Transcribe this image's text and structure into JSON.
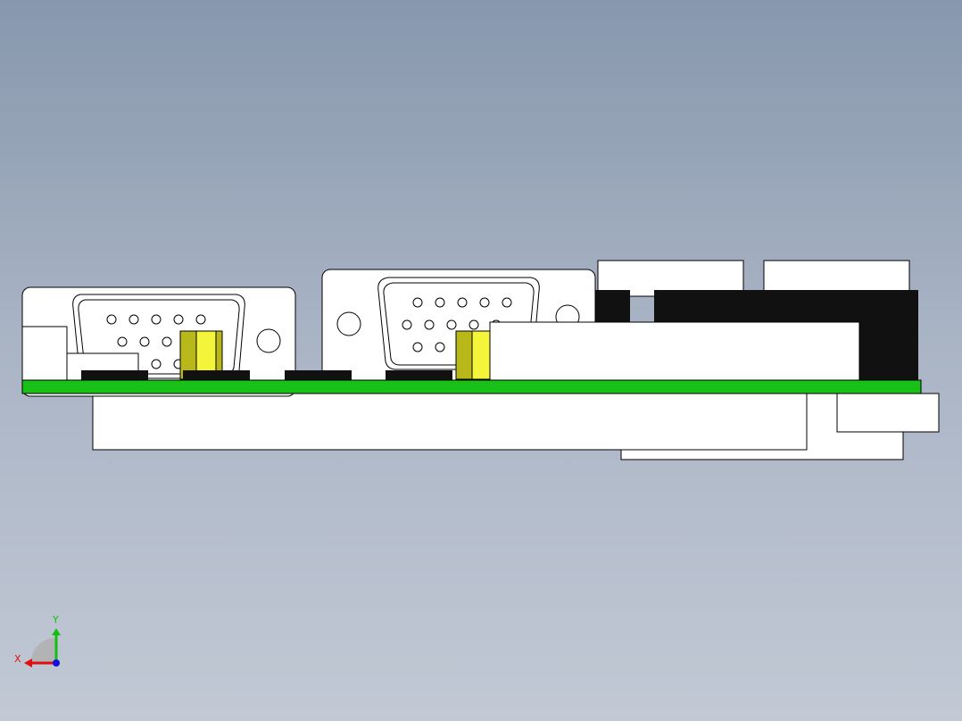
{
  "viewport": {
    "background_top": "#8797ad",
    "background_bottom": "#c2c9d5"
  },
  "model": {
    "description_visible": false,
    "colors": {
      "pcb": "#18c018",
      "connector_body": "#ffffff",
      "outline": "#000000",
      "ic_black": "#111111",
      "yellow_component": "#f4f43a",
      "yellow_shade": "#b8b81a"
    },
    "connectors": [
      {
        "name": "vga-connector-left",
        "pins_rows": [
          5,
          4,
          3
        ]
      },
      {
        "name": "vga-connector-right",
        "pins_rows": [
          5,
          5,
          2
        ]
      }
    ]
  },
  "triad": {
    "x_label": "X",
    "y_label": "Y",
    "x_color": "#e01010",
    "y_color": "#10c010",
    "z_color": "#1010e0"
  }
}
